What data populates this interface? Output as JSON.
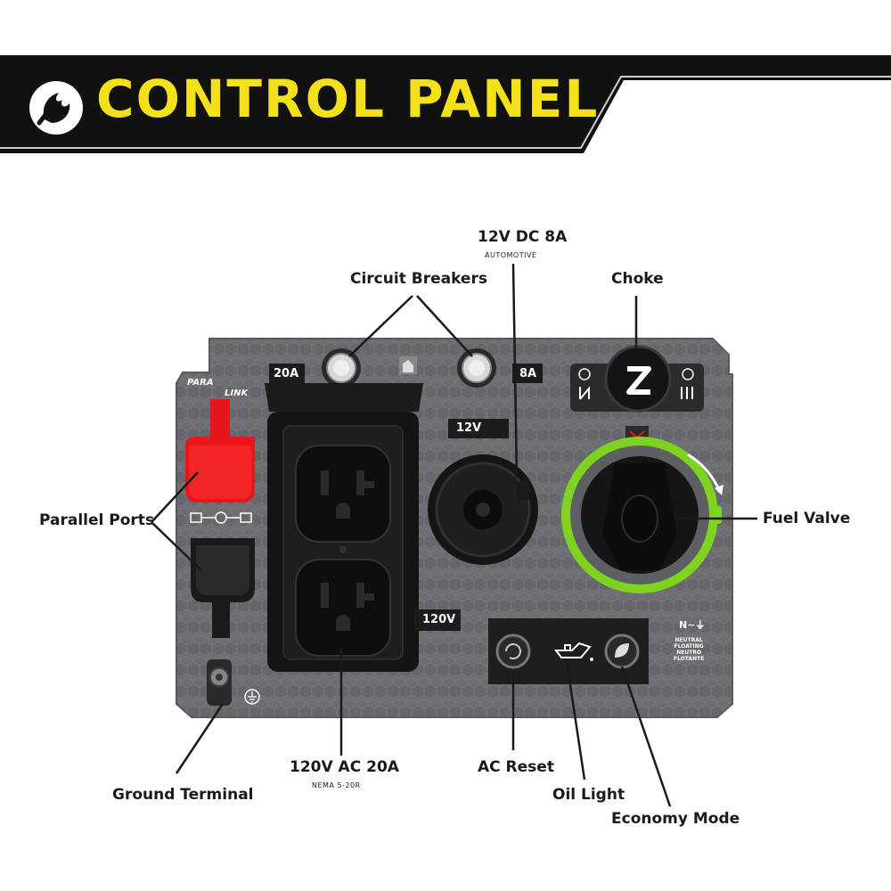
{
  "header": {
    "title": "CONTROL PANEL"
  },
  "callouts": {
    "dc_title": "12V DC 8A",
    "dc_sub": "AUTOMOTIVE",
    "circuit_breakers": "Circuit Breakers",
    "choke": "Choke",
    "parallel_ports": "Parallel Ports",
    "fuel_valve": "Fuel Valve",
    "ac_outlet_title": "120V AC 20A",
    "ac_outlet_sub": "NEMA 5-20R",
    "ac_reset": "AC Reset",
    "oil_light": "Oil Light",
    "economy_mode": "Economy Mode",
    "ground_terminal": "Ground Terminal"
  },
  "panel": {
    "breaker_left": "20A",
    "breaker_right": "8A",
    "dc_label": "12V",
    "ac_label": "120V",
    "paralink_top": "PARA",
    "paralink_bottom": "LINK",
    "neutral_symbol": "N~⏚",
    "neutral_text": "NEUTRAL\nFLOATING\nNEUTRO\nFLOTANTE"
  },
  "colors": {
    "banner_black": "#111111",
    "banner_yellow": "#f4e11a",
    "panel_gray": "#6c6e72",
    "fuel_ring_green": "#7ed321",
    "parallel_port_red": "#e8151b"
  },
  "icons": [
    "logo-icon",
    "choke-icon",
    "eco-leaf-icon",
    "oil-can-icon",
    "reset-icon",
    "ground-symbol-icon"
  ]
}
